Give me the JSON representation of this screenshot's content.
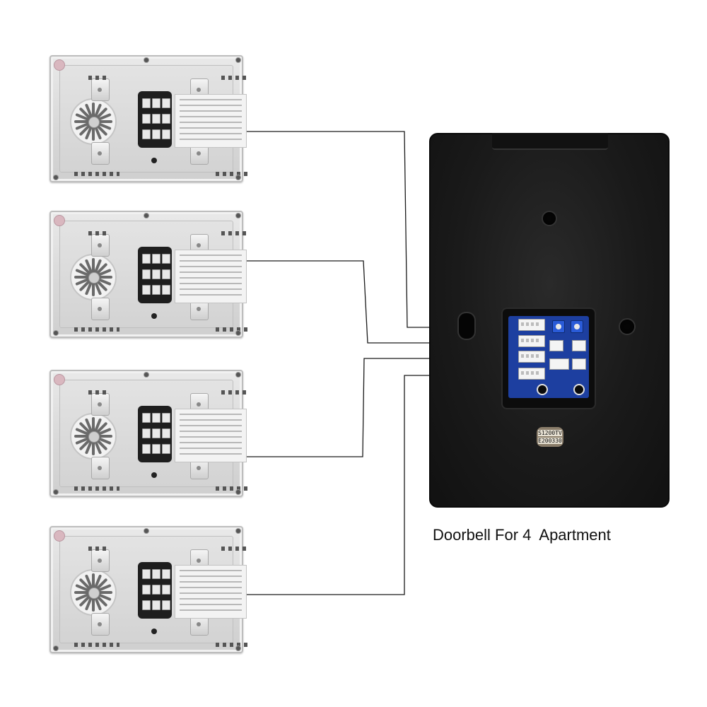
{
  "caption": "Doorbell For 4  Apartment",
  "monitors": [
    {
      "name": "indoor-monitor-1"
    },
    {
      "name": "indoor-monitor-2"
    },
    {
      "name": "indoor-monitor-3"
    },
    {
      "name": "indoor-monitor-4"
    }
  ],
  "doorbell": {
    "sticker_lines": [
      "S1200TV",
      "E200330"
    ]
  },
  "colors": {
    "wire": "#1a1a1a",
    "monitor_body": "#dcdcdc",
    "doorbell_body": "#1a1a1a",
    "pcb": "#1d3fa0"
  }
}
